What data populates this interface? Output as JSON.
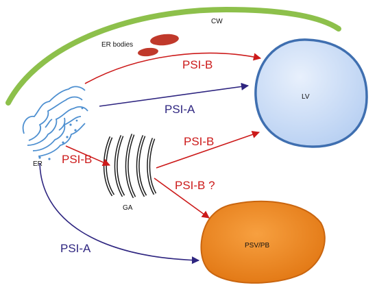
{
  "labels": {
    "cw": "CW",
    "er_bodies": "ER bodies",
    "lv": "LV",
    "er": "ER",
    "ga": "GA",
    "psv_pb": "PSV/PB"
  },
  "pathway_labels": {
    "psi_b_to_lv_from_er_bodies": "PSI-B",
    "psi_a_er_to_lv": "PSI-A",
    "psi_b_er_to_ga": "PSI-B",
    "psi_b_ga_to_lv": "PSI-B",
    "psi_b_ga_to_psv": "PSI-B ?",
    "psi_a_er_to_psv": "PSI-A"
  },
  "colors": {
    "cell_wall": "#8dc04b",
    "er_bodies": "#c0392b",
    "psi_b_arrow": "#cc1a1a",
    "psi_a_arrow": "#2e2580",
    "psi_b_text": "#cc1a1a",
    "psi_a_text": "#2e2580",
    "lv_fill": "#cfe0f8",
    "lv_stroke": "#3f6fb0",
    "psv_fill": "#f08a24",
    "psv_stroke": "#c9650f",
    "er_stroke": "#4d8fd0",
    "ga_stroke": "#1a1a1a"
  }
}
